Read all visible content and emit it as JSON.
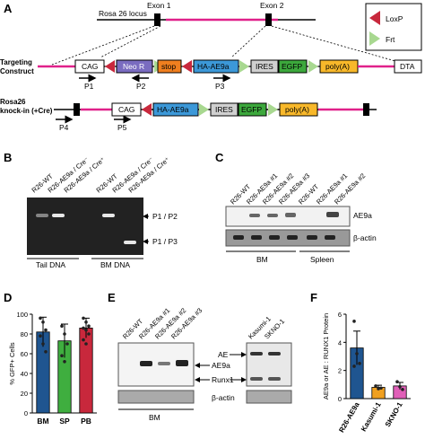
{
  "panels": {
    "A": "A",
    "B": "B",
    "C": "C",
    "D": "D",
    "E": "E",
    "F": "F"
  },
  "panel_a": {
    "locus": "Rosa 26 locus",
    "exon1": "Exon 1",
    "exon2": "Exon 2",
    "targeting": "Targeting",
    "construct": "Construct",
    "cag": "CAG",
    "neor": "Neo R",
    "stop": "stop",
    "ha": "HA-AE9a",
    "ires": "IRES",
    "egfp": "EGFP",
    "polya": "poly(A)",
    "dta": "DTA",
    "p1": "P1",
    "p2": "P2",
    "p3": "P3",
    "p4": "P4",
    "p5": "P5",
    "rosa26": "Rosa26",
    "knockin": "knock-in (+Cre)",
    "legend_loxp": "LoxP",
    "legend_frt": "Frt"
  },
  "panel_b": {
    "lanes": [
      "R26-WT",
      "R26-AE9a / Cre⁻",
      "R26-AE9a / Cre⁺",
      "R26-WT",
      "R26-AE9a / Cre⁻",
      "R26-AE9a / Cre⁺"
    ],
    "band1": "P1 / P2",
    "band2": "P1 / P3",
    "group1": "Tail DNA",
    "group2": "BM DNA"
  },
  "panel_c": {
    "lanes": [
      "R26-WT",
      "R26-AE9a #1",
      "R26-AE9a #2",
      "R26-AE9a #3",
      "R26-WT",
      "R26-AE9a #1",
      "R26-AE9a #2"
    ],
    "band1": "AE9a",
    "band2": "β-actin",
    "group1": "BM",
    "group2": "Spleen"
  },
  "panel_e": {
    "lanes_left": [
      "R26-WT",
      "R26-AE9a #1",
      "R26-AE9a #2",
      "R26-AE9a #3"
    ],
    "lanes_right": [
      "Kasumi-1",
      "SKNO-1"
    ],
    "ae": "AE",
    "ae9a": "AE9a",
    "runx1": "Runx1",
    "bactin": "β-actin",
    "group": "BM"
  },
  "chart_data": [
    {
      "panel": "D",
      "type": "bar",
      "categories": [
        "BM",
        "SP",
        "PB"
      ],
      "values": [
        82,
        73,
        86
      ],
      "errors": [
        15,
        17,
        10
      ],
      "points": [
        [
          96,
          92,
          84,
          78,
          70,
          62
        ],
        [
          88,
          80,
          70,
          58,
          52
        ],
        [
          96,
          92,
          88,
          86,
          84,
          80,
          74,
          70
        ]
      ],
      "colors": [
        "#1f5590",
        "#3fae3f",
        "#c8283c"
      ],
      "ylabel": "% GFP+ Cells",
      "ylim": [
        0,
        100
      ],
      "yticks": [
        0,
        20,
        40,
        60,
        80,
        100
      ]
    },
    {
      "panel": "F",
      "type": "bar",
      "categories": [
        "R26-AE9a",
        "Kasumi-1",
        "SKNO-1"
      ],
      "values": [
        3.6,
        0.8,
        0.9
      ],
      "errors": [
        1.2,
        0.15,
        0.25
      ],
      "points": [
        [
          5.5,
          3.2,
          2.5,
          2.3
        ],
        [
          0.9,
          0.7,
          0.75
        ],
        [
          1.2,
          0.85,
          0.65
        ]
      ],
      "colors": [
        "#1f5590",
        "#f0a020",
        "#e060b8"
      ],
      "ylabel": "AE9a or AE : RUNX1 Protein",
      "ylim": [
        0,
        6
      ],
      "yticks": [
        0,
        2,
        4,
        6
      ]
    }
  ]
}
